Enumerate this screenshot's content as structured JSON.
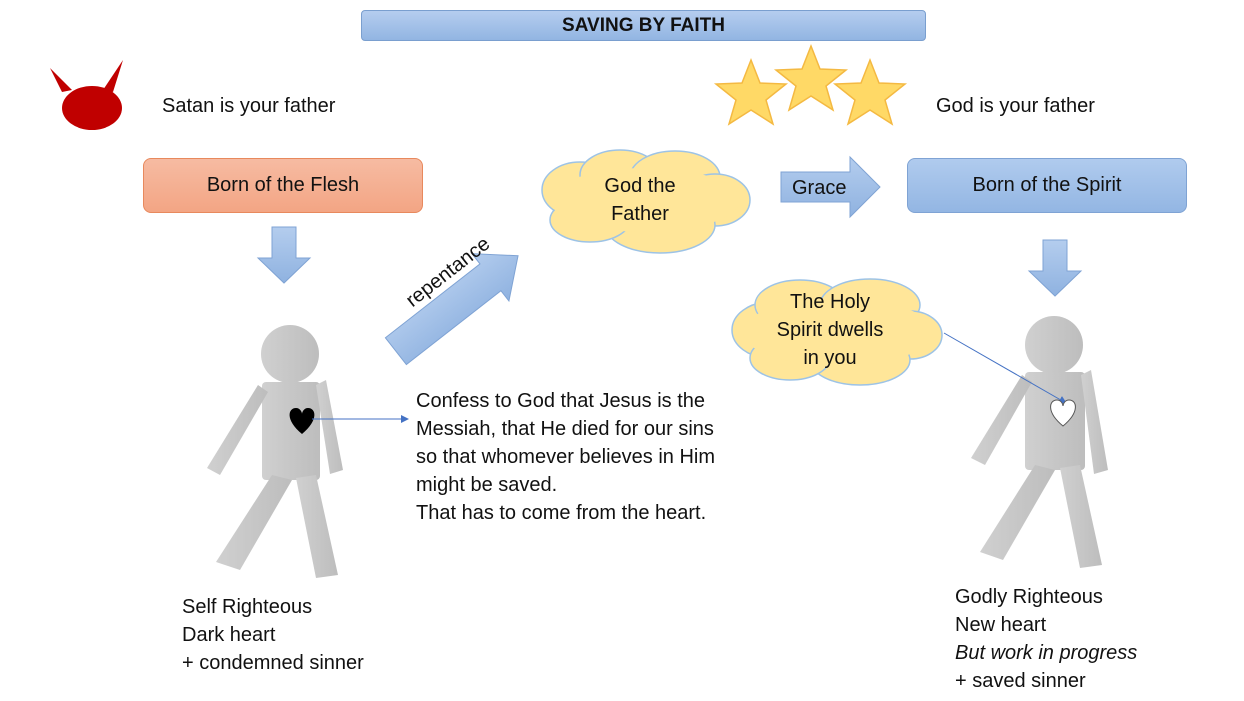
{
  "title": "SAVING BY FAITH",
  "left": {
    "father": "Satan is your father",
    "born": "Born of the Flesh",
    "status_lines": [
      "Self Righteous",
      "Dark heart",
      "+ condemned sinner"
    ]
  },
  "right": {
    "father": "God is your father",
    "born": "Born of the Spirit",
    "status_lines": [
      "Godly Righteous",
      "New heart",
      "But work in progress",
      "+ saved sinner"
    ]
  },
  "arrows": {
    "repentance": "repentance",
    "grace": "Grace"
  },
  "clouds": {
    "god_father": [
      "God the",
      "Father"
    ],
    "holy_spirit": [
      "The Holy",
      "Spirit dwells",
      "in you"
    ]
  },
  "confession_lines": [
    "Confess to God that Jesus is the",
    "Messiah, that He died for our sins",
    "so that whomever believes in Him",
    "might be saved.",
    "That has to come from the heart."
  ],
  "colors": {
    "devil": "#c00000",
    "blue_arrow": "#9dc3e6",
    "cloud": "#ffe699",
    "star": "#ffd966",
    "figure": "#bfbfbf"
  }
}
